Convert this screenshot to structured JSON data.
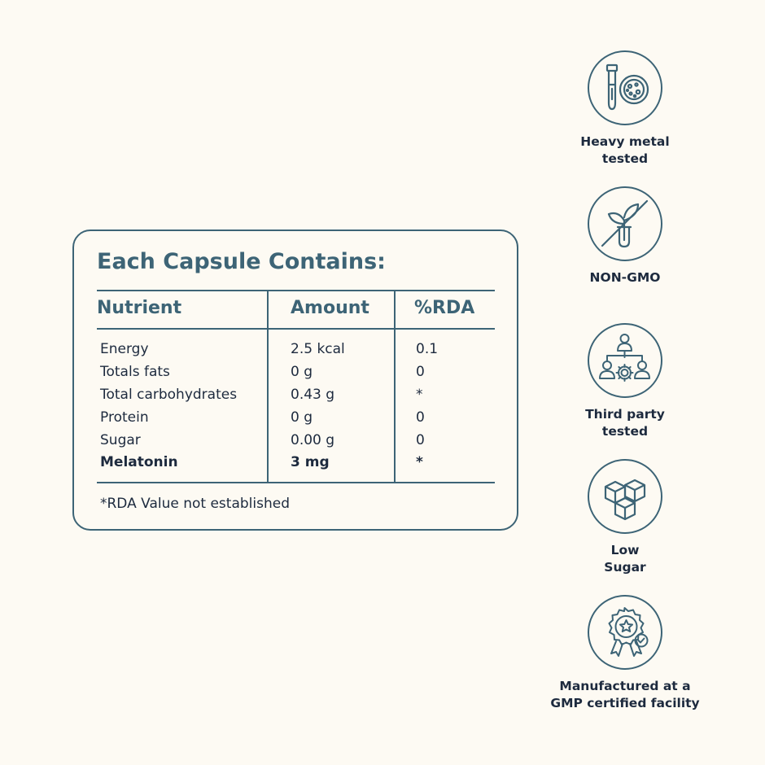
{
  "card": {
    "title": "Each Capsule Contains:",
    "columns": [
      "Nutrient",
      "Amount",
      "%RDA"
    ],
    "rows": [
      {
        "nutrient": "Energy",
        "amount": "2.5 kcal",
        "rda": "0.1"
      },
      {
        "nutrient": "Totals fats",
        "amount": "0 g",
        "rda": "0"
      },
      {
        "nutrient": "Total carbohydrates",
        "amount": "0.43 g",
        "rda": "*"
      },
      {
        "nutrient": "Protein",
        "amount": "0 g",
        "rda": "0"
      },
      {
        "nutrient": "Sugar",
        "amount": "0.00 g",
        "rda": "0"
      },
      {
        "nutrient": "Melatonin",
        "amount": "3 mg",
        "rda": "*"
      }
    ],
    "footnote": "*RDA Value not established"
  },
  "badges": [
    {
      "icon": "test-tube-petri-dish-icon",
      "lines": [
        "Heavy metal",
        "tested"
      ]
    },
    {
      "icon": "no-gmo-plant-icon",
      "lines": [
        "NON-GMO"
      ]
    },
    {
      "icon": "team-gear-icon",
      "lines": [
        "Third party",
        "tested"
      ]
    },
    {
      "icon": "sugar-cubes-icon",
      "lines": [
        "Low",
        "Sugar"
      ]
    },
    {
      "icon": "certified-badge-icon",
      "lines": [
        "Manufactured at a",
        "GMP certified facility"
      ]
    }
  ],
  "colors": {
    "background": "#fdfaf3",
    "accent": "#3d6476",
    "text": "#1d2a3e"
  }
}
